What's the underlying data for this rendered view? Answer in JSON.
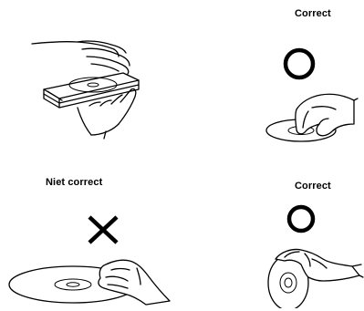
{
  "labels": {
    "correct_top": "Correct",
    "niet_correct": "Niet correct",
    "correct_bottom": "Correct"
  },
  "symbols": {
    "top_right": "circle-mark-icon",
    "bottom_left": "cross-mark-icon",
    "bottom_right": "circle-mark-icon"
  },
  "colors": {
    "ink": "#000000",
    "background": "#ffffff"
  }
}
